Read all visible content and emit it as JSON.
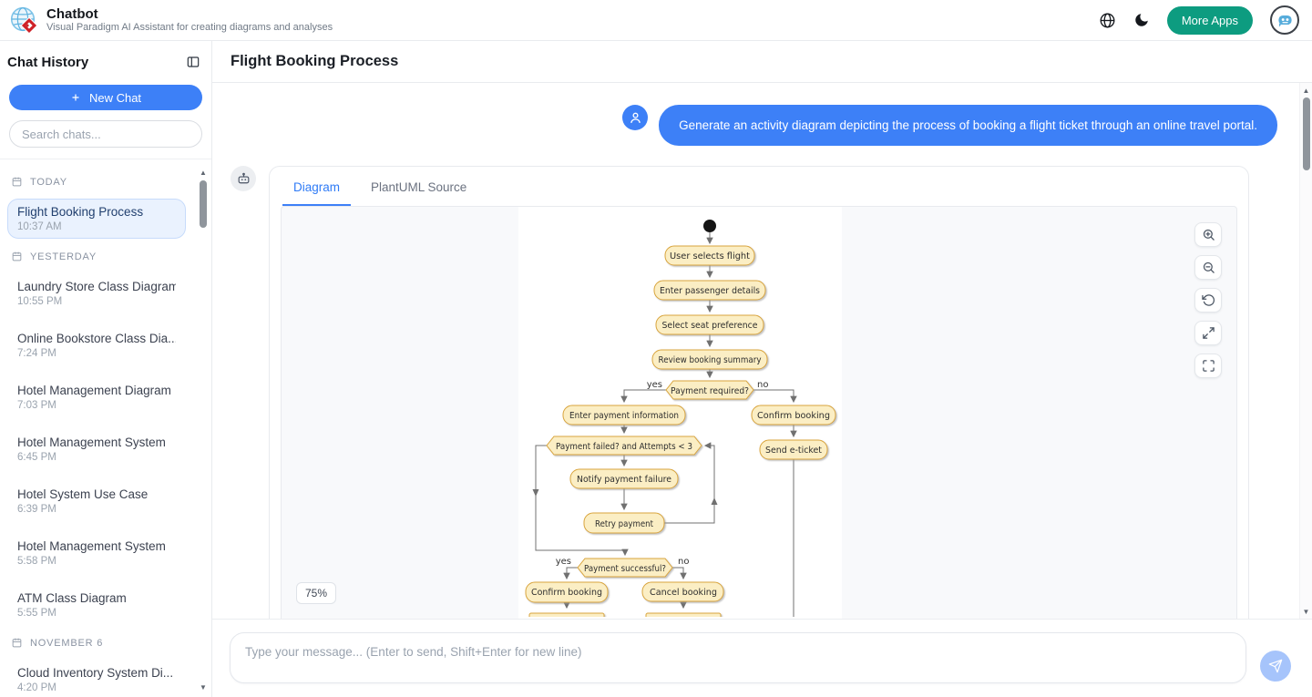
{
  "header": {
    "title": "Chatbot",
    "subtitle": "Visual Paradigm AI Assistant for creating diagrams and analyses",
    "more_apps_label": "More Apps",
    "colors": {
      "brand_teal": "#0D9C80",
      "accent_blue": "#3D80F7"
    }
  },
  "icons": {
    "brand": "visual-paradigm-globe",
    "language": "globe",
    "theme": "moon-crescent",
    "account": "robot-avatar",
    "collapse": "panel-left",
    "new_chat": "plus",
    "section": "calendar",
    "send": "paper-plane",
    "zoom_controls": [
      "zoom-in",
      "zoom-out",
      "reset",
      "expand",
      "fullscreen"
    ]
  },
  "sidebar": {
    "title": "Chat History",
    "new_chat_label": "New Chat",
    "search_placeholder": "Search chats...",
    "sections": [
      {
        "label": "TODAY",
        "items": [
          {
            "title": "Flight Booking Process",
            "time": "10:37 AM",
            "active": true
          }
        ]
      },
      {
        "label": "YESTERDAY",
        "items": [
          {
            "title": "Laundry Store Class Diagram",
            "time": "10:55 PM"
          },
          {
            "title": "Online Bookstore Class Dia...",
            "time": "7:24 PM"
          },
          {
            "title": "Hotel Management Diagram",
            "time": "7:03 PM"
          },
          {
            "title": "Hotel Management System",
            "time": "6:45 PM"
          },
          {
            "title": "Hotel System Use Case",
            "time": "6:39 PM"
          },
          {
            "title": "Hotel Management System",
            "time": "5:58 PM"
          },
          {
            "title": "ATM Class Diagram",
            "time": "5:55 PM"
          }
        ]
      },
      {
        "label": "NOVEMBER 6",
        "items": [
          {
            "title": "Cloud Inventory System Di...",
            "time": "4:20 PM"
          }
        ]
      }
    ]
  },
  "main": {
    "title": "Flight Booking Process",
    "user_message": "Generate an activity diagram depicting the process of booking a flight ticket through an online travel portal.",
    "tabs": [
      {
        "label": "Diagram",
        "active": true
      },
      {
        "label": "PlantUML Source",
        "active": false
      }
    ],
    "zoom_level": "75%",
    "input_placeholder": "Type your message... (Enter to send, Shift+Enter for new line)"
  },
  "diagram": {
    "type": "uml-activity",
    "colors": {
      "node_fill": "#FBEEC4",
      "node_border": "#D8A43C",
      "edge": "#707070"
    },
    "nodes": {
      "a1": "User selects flight",
      "a2": "Enter passenger details",
      "a3": "Select seat preference",
      "a4": "Review booking summary",
      "d1": "Payment required?",
      "a5": "Enter payment information",
      "a6": "Confirm booking",
      "a7": "Send e-ticket",
      "d2": "Payment failed? and Attempts < 3",
      "a8": "Notify payment failure",
      "a9": "Retry payment",
      "d3": "Payment successful?",
      "a10": "Confirm booking",
      "a11": "Cancel booking"
    },
    "branch_labels": {
      "yes": "yes",
      "no": "no"
    }
  }
}
